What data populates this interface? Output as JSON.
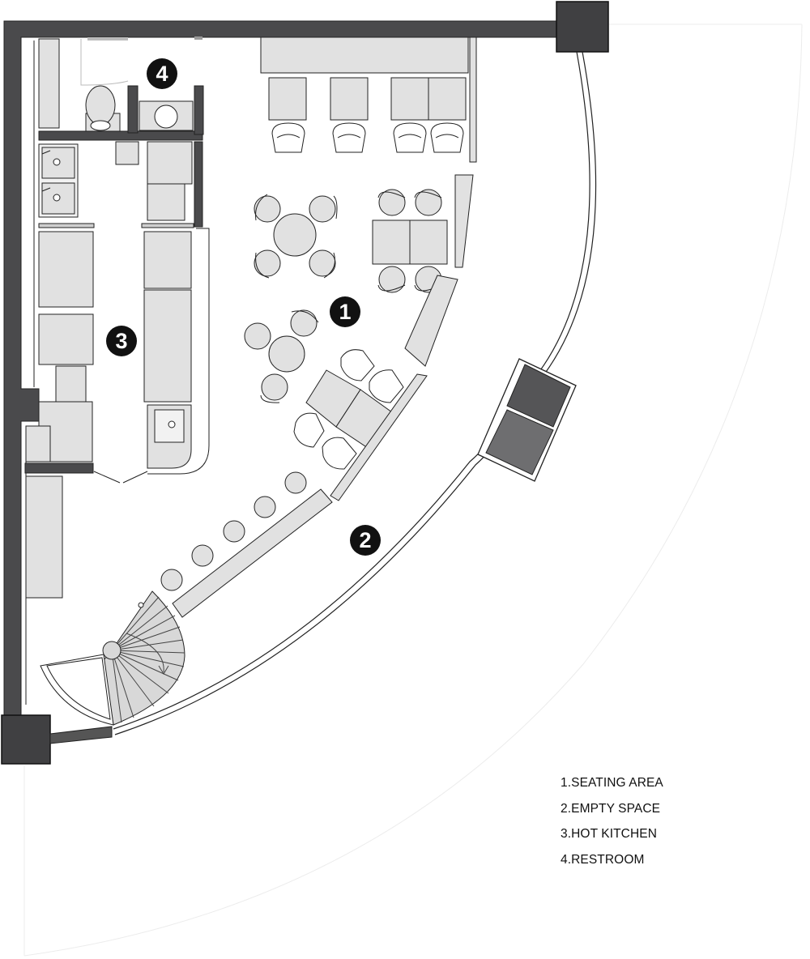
{
  "zone_markers": [
    {
      "id": "1"
    },
    {
      "id": "2"
    },
    {
      "id": "3"
    },
    {
      "id": "4"
    }
  ],
  "legend": [
    {
      "id": "1",
      "text": "1.SEATING AREA"
    },
    {
      "id": "2",
      "text": "2.EMPTY SPACE"
    },
    {
      "id": "3",
      "text": "3.HOT KITCHEN"
    },
    {
      "id": "4",
      "text": "4.RESTROOM"
    }
  ],
  "colors": {
    "wall": "#4a4a4c",
    "column": "#404042",
    "furniture_fill": "#e1e1e1",
    "line": "#222222",
    "marker": "#111111",
    "window_dark": "#555557",
    "window_mid": "#6e6e70"
  }
}
